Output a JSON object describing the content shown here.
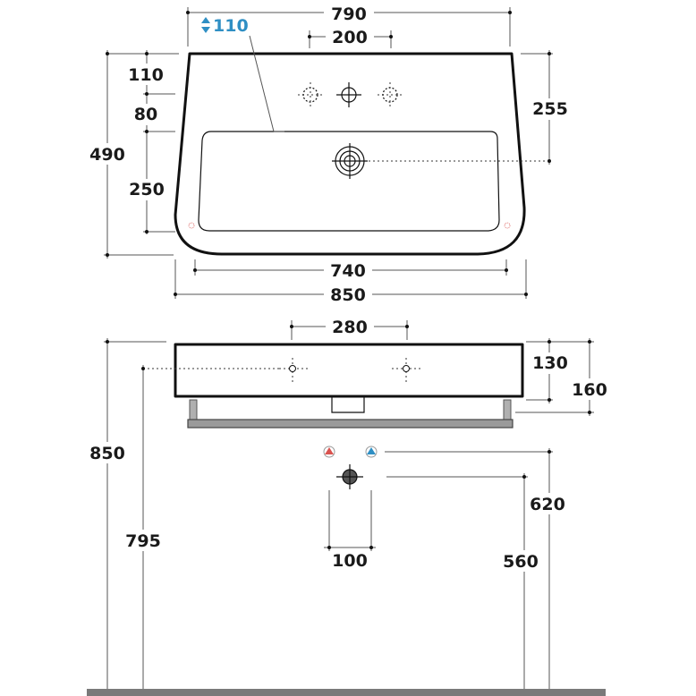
{
  "plan_view": {
    "overall_width_top": "790",
    "tap_hole_spacing": "200",
    "countertop_depth_marker": "110",
    "depth_to_tap_row": "110",
    "tap_row_to_bowl": "80",
    "bowl_depth": "250",
    "overall_depth": "490",
    "waste_offset": "255",
    "inner_width": "740",
    "overall_width": "850"
  },
  "elevation_view": {
    "towel_rail_fixing_spacing": "280",
    "basin_height": "130",
    "total_height_with_rail": "160",
    "basin_top_height": "850",
    "fixing_height": "795",
    "hot_cold_spacing": "100",
    "water_supply_height": "620",
    "waste_height": "560"
  },
  "colors": {
    "highlight_blue": "#2f8fc4",
    "hot_marker": "#d9534f",
    "cold_marker": "#2f8fc4",
    "floor": "#7a7a7a",
    "rail": "#9a9a9a"
  },
  "icons": {
    "depth_marker": "up-down-arrow-icon"
  }
}
